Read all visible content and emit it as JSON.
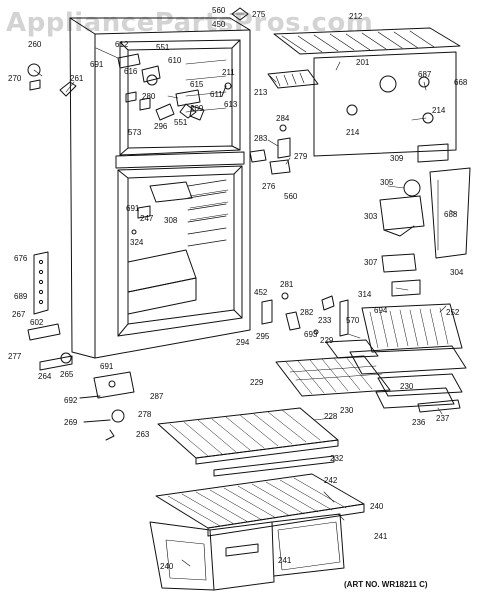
{
  "watermark": "AppliancePartsPros.com",
  "art_number": "(ART NO. WR18211 C)",
  "part_numbers": {
    "p560a": "560",
    "p275": "275",
    "p212": "212",
    "p450": "450",
    "p260": "260",
    "p612": "612",
    "p551a": "551",
    "p610": "610",
    "p691a": "691",
    "p616": "616",
    "p201": "201",
    "p687": "687",
    "p668": "668",
    "p270": "270",
    "p261": "261",
    "p211": "211",
    "p615": "615",
    "p213": "213",
    "p611": "611",
    "p280": "280",
    "p209": "209",
    "p613": "613",
    "p214a": "214",
    "p214b": "214",
    "p573": "573",
    "p296": "296",
    "p551b": "551",
    "p284": "284",
    "p283": "283",
    "p279": "279",
    "p309": "309",
    "p276": "276",
    "p560b": "560",
    "p305": "305",
    "p691b": "691",
    "p247": "247",
    "p308": "308",
    "p303": "303",
    "p688": "688",
    "p324": "324",
    "p676": "676",
    "p307": "307",
    "p304": "304",
    "p689": "689",
    "p281": "281",
    "p452": "452",
    "p314": "314",
    "p267": "267",
    "p282": "282",
    "p694": "694",
    "p252": "252",
    "p602": "602",
    "p233": "233",
    "p570": "570",
    "p693": "693",
    "p295": "295",
    "p294": "294",
    "p229a": "229",
    "p277": "277",
    "p264": "264",
    "p265": "265",
    "p691c": "691",
    "p229b": "229",
    "p230a": "230",
    "p692": "692",
    "p287": "287",
    "p230b": "230",
    "p278": "278",
    "p269": "269",
    "p236": "236",
    "p237": "237",
    "p228": "228",
    "p263": "263",
    "p232": "232",
    "p242": "242",
    "p240a": "240",
    "p241a": "241",
    "p241b": "241",
    "p240b": "240"
  }
}
